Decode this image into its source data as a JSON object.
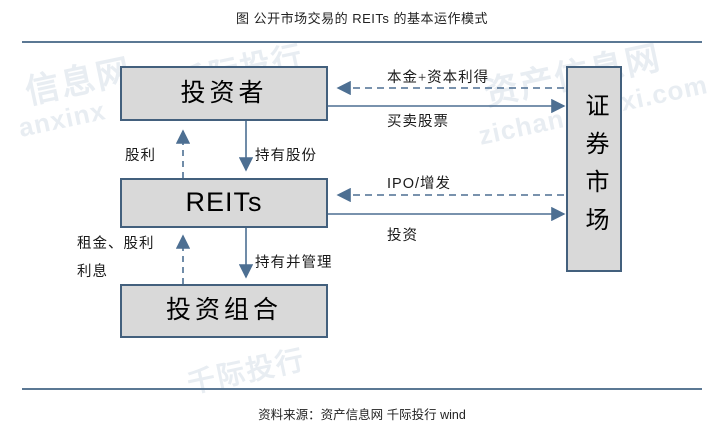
{
  "header": {
    "title": "图 公开市场交易的 REITs 的基本运作模式"
  },
  "footer": {
    "source": "资料来源：资产信息网 千际投行 wind"
  },
  "watermarks": {
    "cn_left": "信息网",
    "en_left": "anxinx",
    "cn_right": "资产信息网",
    "en_right": "xi.com",
    "en_right2": "zichan",
    "cn_center": "千际投行"
  },
  "diagram": {
    "type": "flow",
    "nodes": [
      {
        "id": "investor",
        "label": "投资者",
        "role": "entity"
      },
      {
        "id": "reits",
        "label": "REITs",
        "role": "entity"
      },
      {
        "id": "portfolio",
        "label": "投资组合",
        "role": "entity"
      },
      {
        "id": "market",
        "label": "证券市场",
        "role": "entity",
        "orientation": "vertical"
      }
    ],
    "edges": [
      {
        "id": "principal",
        "label": "本金+资本利得",
        "from": "market",
        "to": "investor",
        "style": "dashed",
        "direction": "left"
      },
      {
        "id": "trade",
        "label": "买卖股票",
        "from": "investor",
        "to": "market",
        "style": "solid",
        "direction": "right"
      },
      {
        "id": "ipo",
        "label": "IPO/增发",
        "from": "market",
        "to": "reits",
        "style": "dashed",
        "direction": "left"
      },
      {
        "id": "invest",
        "label": "投资",
        "from": "reits",
        "to": "market",
        "style": "solid",
        "direction": "right"
      },
      {
        "id": "dividend",
        "label": "股利",
        "from": "reits",
        "to": "investor",
        "style": "dashed",
        "direction": "up"
      },
      {
        "id": "hold-share",
        "label": "持有股份",
        "from": "investor",
        "to": "reits",
        "style": "solid",
        "direction": "down"
      },
      {
        "id": "rent",
        "label": "租金、股利",
        "label2": "利息",
        "from": "portfolio",
        "to": "reits",
        "style": "dashed",
        "direction": "up"
      },
      {
        "id": "manage",
        "label": "持有并管理",
        "from": "reits",
        "to": "portfolio",
        "style": "solid",
        "direction": "down"
      }
    ]
  },
  "colors": {
    "box_fill": "#d9d9d9",
    "box_border": "#43607d",
    "wire": "#4d6f92",
    "rule": "#5b7894",
    "watermark": "#e8edf2"
  }
}
